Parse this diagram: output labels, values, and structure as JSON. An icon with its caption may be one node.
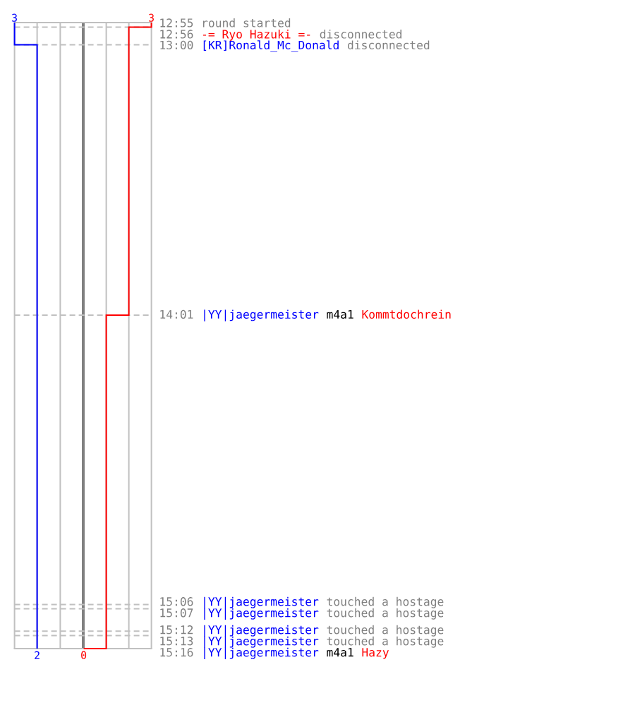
{
  "diagram": {
    "labels": [
      "3",
      "3",
      "12:55",
      "round started",
      "12:56",
      "-= Ryo Hazuki =-",
      "disconnected",
      "13:00",
      "[KR]Ronald_Mc_Donald",
      "disconnected",
      "14:01",
      "|YY|jaegermeister",
      "m4a1",
      "Kommtdochrein",
      "15:06",
      "|YY|jaegermeister",
      "touched a hostage",
      "15:07",
      "|YY|jaegermeister",
      "touched a hostage",
      "15:12",
      "|YY|jaegermeister",
      "touched a hostage",
      "15:13",
      "|YY|jaegermeister",
      "touched a hostage",
      "2",
      "0",
      "15:16",
      "|YY|jaegermeister",
      "m4a1",
      "Hazy"
    ]
  }
}
